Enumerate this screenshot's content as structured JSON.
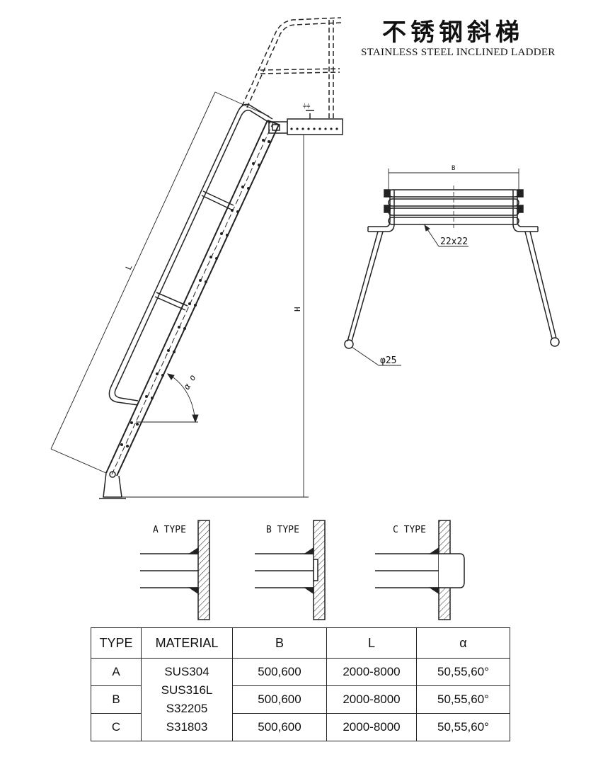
{
  "title": {
    "chinese": "不锈钢斜梯",
    "english": "STAINLESS  STEEL INCLINED  LADDER"
  },
  "side_view": {
    "length_label": "L",
    "height_label": "H",
    "angle_label": "α o"
  },
  "front_view": {
    "width_label": "B",
    "tread_label": "22x22",
    "rail_label": "φ25"
  },
  "weld_types": [
    {
      "label": "A TYPE"
    },
    {
      "label": "B TYPE"
    },
    {
      "label": "C TYPE"
    }
  ],
  "table": {
    "headers": [
      "TYPE",
      "MATERIAL",
      "B",
      "L",
      "α"
    ],
    "materials": [
      "SUS304",
      "SUS316L",
      "S32205",
      "S31803"
    ],
    "rows": [
      {
        "type": "A",
        "b": "500,600",
        "l": "2000-8000",
        "alpha": "50,55,60°"
      },
      {
        "type": "B",
        "b": "500,600",
        "l": "2000-8000",
        "alpha": "50,55,60°"
      },
      {
        "type": "C",
        "b": "500,600",
        "l": "2000-8000",
        "alpha": "50,55,60°"
      }
    ]
  }
}
